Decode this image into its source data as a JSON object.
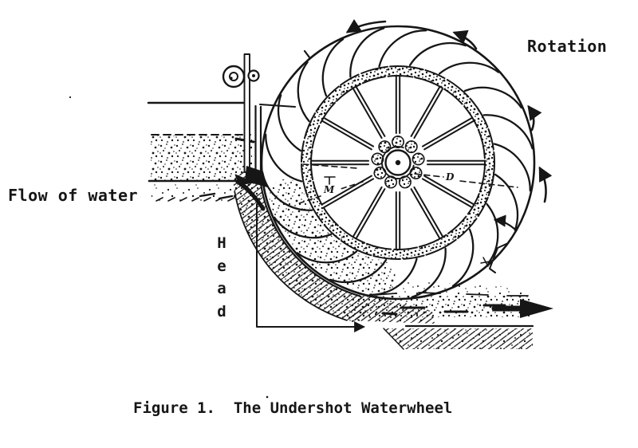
{
  "caption": "Figure 1.  The Undershot Waterwheel",
  "labels": {
    "flow_of_water": "Flow of water",
    "rotation": "Rotation",
    "head_vertical": "H\ne\na\nd",
    "dim_d": "D",
    "dim_m": "M"
  },
  "colors": {
    "ink": "#161616",
    "paper": "#ffffff"
  }
}
